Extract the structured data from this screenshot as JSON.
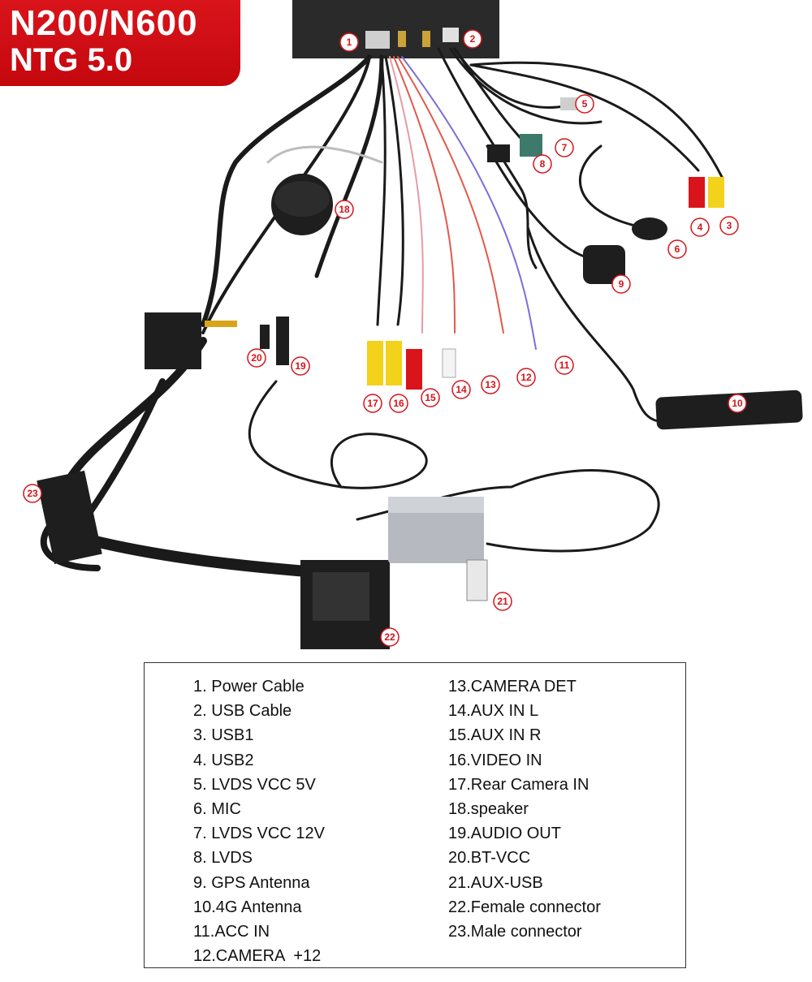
{
  "badge": {
    "line1": "N200/N600",
    "line2": "NTG 5.0"
  },
  "legend": {
    "col1": [
      "1. Power Cable",
      "2. USB Cable",
      "3. USB1",
      "4. USB2",
      "5. LVDS VCC 5V",
      "6. MIC",
      "7. LVDS VCC 12V",
      "8. LVDS",
      "9. GPS Antenna",
      "10.4G Antenna",
      "11.ACC IN",
      "12.CAMERA  +12"
    ],
    "col2": [
      "13.CAMERA DET",
      "14.AUX IN L",
      "15.AUX IN R",
      "16.VIDEO IN",
      "17.Rear Camera IN",
      "18.speaker",
      "19.AUDIO OUT",
      "20.BT-VCC",
      "21.AUX-USB",
      "22.Female connector",
      "23.Male connector"
    ]
  },
  "markers": [
    "1",
    "2",
    "3",
    "4",
    "5",
    "6",
    "7",
    "8",
    "9",
    "10",
    "11",
    "12",
    "13",
    "14",
    "15",
    "16",
    "17",
    "18",
    "19",
    "20",
    "21",
    "22",
    "23"
  ],
  "colors": {
    "badge": "#d4141b",
    "marker": "#d4141b",
    "cable": "#1a1a1a",
    "rca_yellow": "#f2d21a",
    "rca_red": "#d9141b",
    "rca_white": "#f4f4f4"
  }
}
